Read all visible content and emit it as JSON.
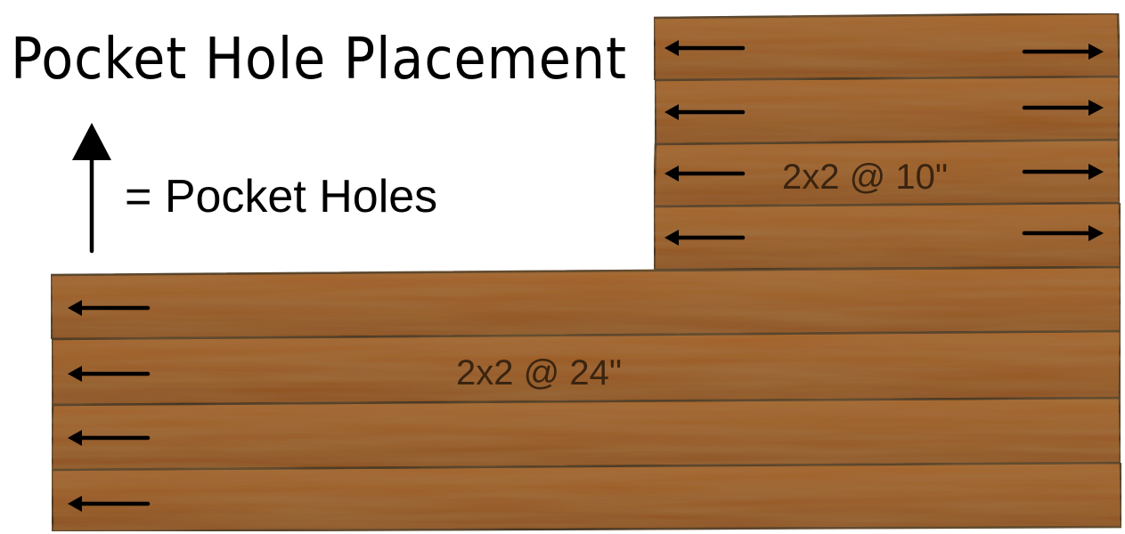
{
  "title": "Pocket Hole Placement",
  "legend": {
    "text": "= Pocket Holes",
    "icon": "up-arrow-icon"
  },
  "groups": [
    {
      "label": "2x2 @ 10\"",
      "boards": 4,
      "pocket_holes": "both-ends"
    },
    {
      "label": "2x2 @ 24\"",
      "boards": 4,
      "pocket_holes": "left-end"
    }
  ],
  "colors": {
    "wood": "#9a5a26",
    "wood_dark": "#7d4519",
    "wood_light": "#b06c33",
    "outline": "#1a1a1a",
    "arrow": "#000000"
  }
}
